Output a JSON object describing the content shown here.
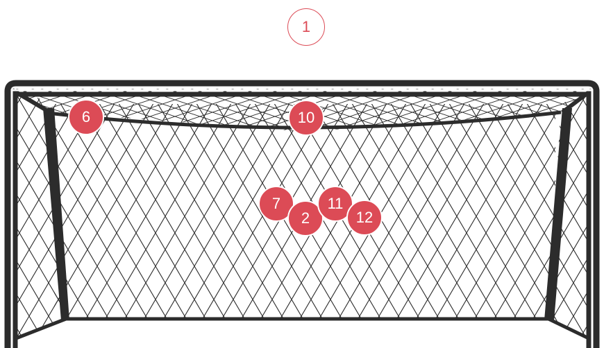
{
  "colors": {
    "frame": "#2c2c2c",
    "net": "#2c2c2c",
    "shot_fill": "#dc4b56",
    "shot_text": "#ffffff",
    "outside_border": "#dc4b56"
  },
  "shots": [
    {
      "id": "shot-1",
      "label": "1",
      "on_target": false
    },
    {
      "id": "shot-6",
      "label": "6",
      "on_target": true
    },
    {
      "id": "shot-10",
      "label": "10",
      "on_target": true
    },
    {
      "id": "shot-7",
      "label": "7",
      "on_target": true
    },
    {
      "id": "shot-2",
      "label": "2",
      "on_target": true
    },
    {
      "id": "shot-11",
      "label": "11",
      "on_target": true
    },
    {
      "id": "shot-12",
      "label": "12",
      "on_target": true
    }
  ]
}
